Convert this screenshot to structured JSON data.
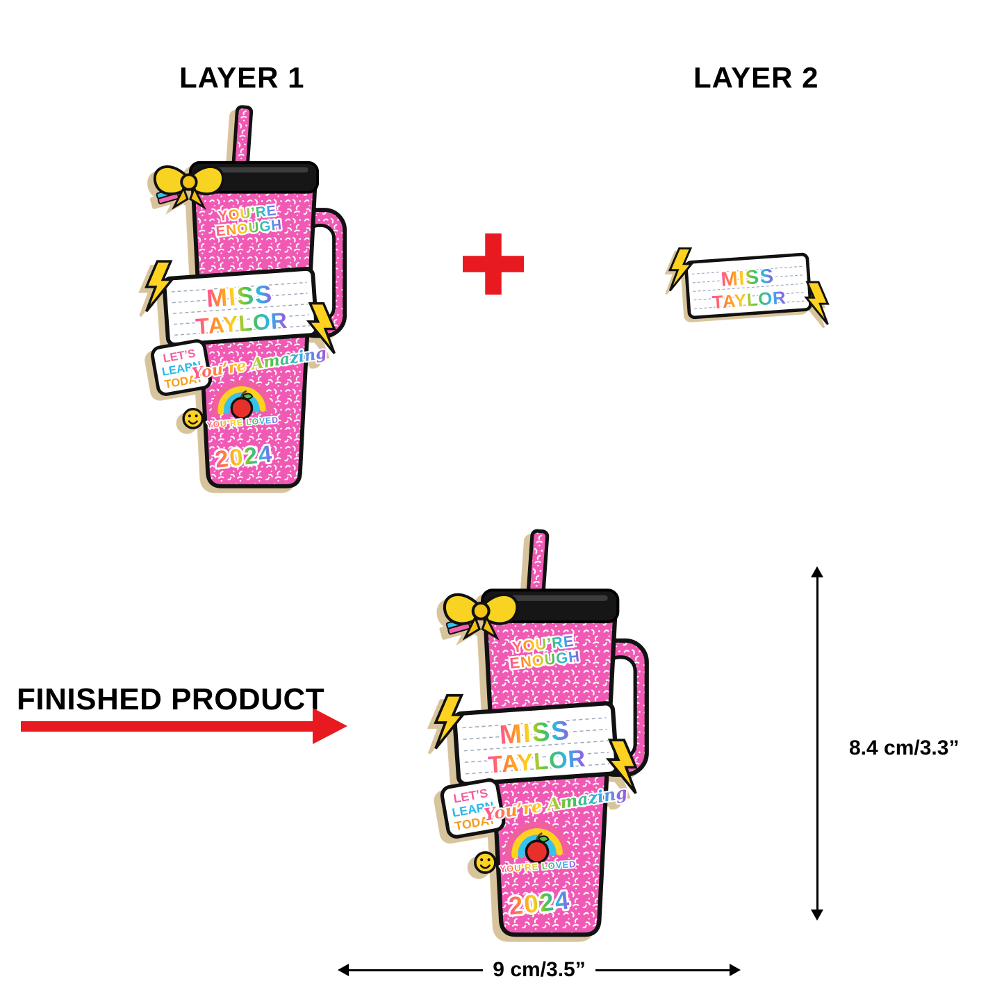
{
  "titles": {
    "layer1": "LAYER 1",
    "layer2": "LAYER 2",
    "finished_product": "FINISHED PRODUCT"
  },
  "dimensions": {
    "height": "8.4 cm/3.3”",
    "width": "9 cm/3.5”"
  },
  "artwork": {
    "name_line1": "MISS",
    "name_line2": "TAYLOR",
    "enough_line1": "YOU’RE",
    "enough_line2": "ENOUGH",
    "learn_line1": "LET’S",
    "learn_line2": "LEARN",
    "learn_line3": "TODAY",
    "amazing": "You’re Amazing",
    "loved": "YOU’RE LOVED",
    "year": "2024"
  },
  "icons": {
    "plus": "plus-icon",
    "lightning": "lightning-bolt-icon",
    "bow": "bow-icon",
    "rainbow": "rainbow-loved-sticker",
    "apple": "apple-icon",
    "smiley": "smiley-icon",
    "finished_arrow": "arrow-right-icon",
    "dimension_arrows": "double-arrow-icon"
  },
  "colors": {
    "accent_red": "#e8191f",
    "glitter_pink": "#f05ab4",
    "wood_tan": "#d8c49c",
    "bolt_yellow": "#ffd21f",
    "black_outline": "#111111"
  }
}
